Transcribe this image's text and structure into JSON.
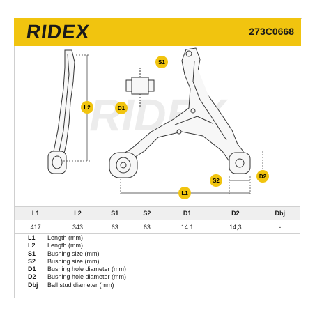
{
  "header": {
    "brand": "RIDEX",
    "part_number": "273C0668",
    "accent_color": "#f1c40f"
  },
  "drawing": {
    "watermark": "RIDEX",
    "labels": {
      "l1": "L1",
      "l2": "L2",
      "s1": "S1",
      "s2": "S2",
      "d1": "D1",
      "d2": "D2"
    }
  },
  "specs": {
    "headers": [
      "L1",
      "L2",
      "S1",
      "S2",
      "D1",
      "D2",
      "Dbj"
    ],
    "values": [
      "417",
      "343",
      "63",
      "63",
      "14.1",
      "14,3",
      "-"
    ]
  },
  "legend": [
    {
      "symbol": "L1",
      "text": "Length (mm)"
    },
    {
      "symbol": "L2",
      "text": "Length (mm)"
    },
    {
      "symbol": "S1",
      "text": "Bushing size (mm)"
    },
    {
      "symbol": "S2",
      "text": "Bushing size (mm)"
    },
    {
      "symbol": "D1",
      "text": "Bushing hole diameter (mm)"
    },
    {
      "symbol": "D2",
      "text": "Bushing hole diameter (mm)"
    },
    {
      "symbol": "Dbj",
      "text": "Ball stud diameter (mm)"
    }
  ]
}
